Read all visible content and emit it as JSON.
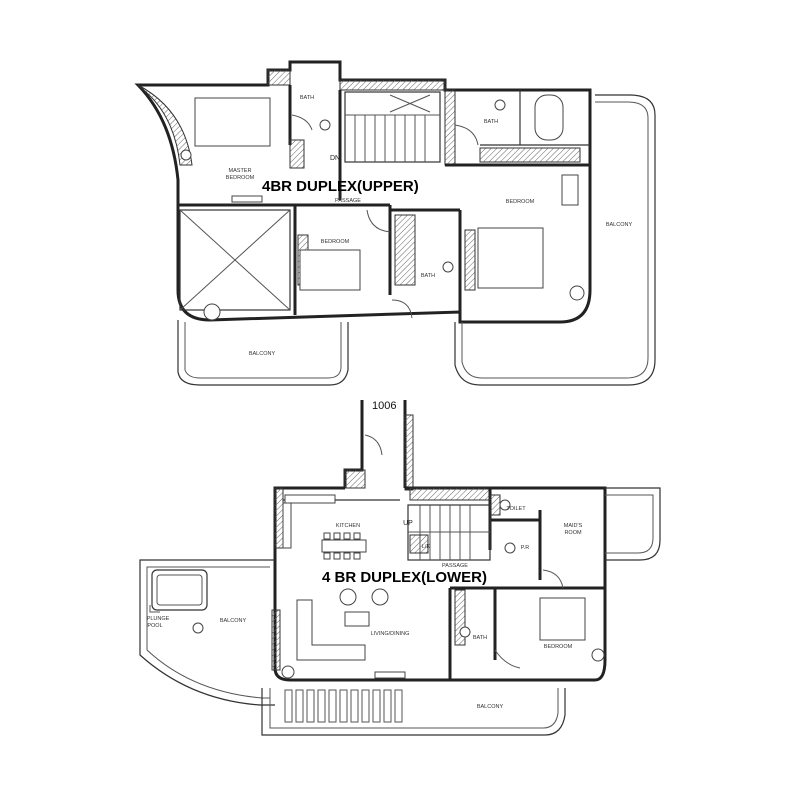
{
  "upper": {
    "title": "4BR DUPLEX(UPPER)",
    "rooms": {
      "bath_1": "BATH",
      "bath_2": "BATH",
      "bath_3": "BATH",
      "master_bedroom_1": "MASTER",
      "master_bedroom_2": "BEDROOM",
      "dn": "DN",
      "passage": "PASSAGE",
      "bedroom_middle": "BEDROOM",
      "bedroom_right": "BEDROOM",
      "balcony_left": "BALCONY",
      "balcony_right": "BALCONY"
    }
  },
  "lower": {
    "title": "4 BR DUPLEX(LOWER)",
    "unit_number": "1006",
    "rooms": {
      "kitchen": "KITCHEN",
      "up": "UP",
      "toilet": "TOILET",
      "maids_room_1": "MAID'S",
      "maids_room_2": "ROOM",
      "lift": "L/K",
      "passage": "PASSAGE",
      "pr": "P.R",
      "balcony_left": "BALCONY",
      "plunge_pool_1": "PLUNGE",
      "plunge_pool_2": "POOL",
      "living_dining": "LIVING/DINING",
      "bath": "BATH",
      "bedroom": "BEDROOM",
      "balcony_bottom": "BALCONY"
    }
  }
}
